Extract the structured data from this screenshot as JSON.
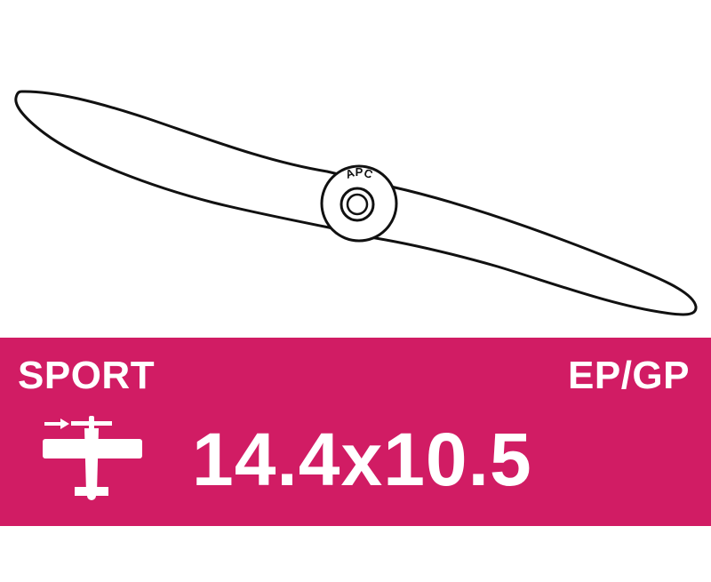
{
  "product": {
    "hub_brand": "APC",
    "category": "SPORT",
    "power_type": "EP/GP",
    "size": "14.4x10.5",
    "banner_color": "#d11c64",
    "text_color": "#ffffff",
    "icon": "airplane-direction-icon"
  }
}
